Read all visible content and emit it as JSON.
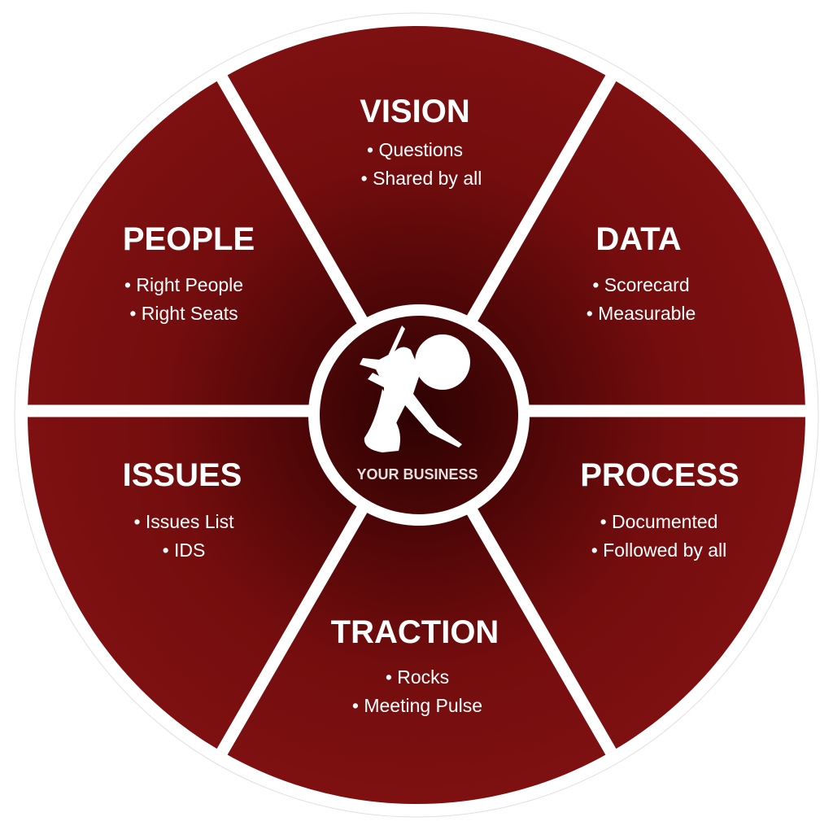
{
  "center": {
    "label": "YOUR BUSINESS",
    "logo": "spartan-warrior-icon"
  },
  "colors": {
    "segment": "#7e0f10",
    "center_dark": "#3a0405",
    "divider": "#ffffff",
    "outer_ring": "#ffffff"
  },
  "segments": [
    {
      "title": "VISION",
      "bullets": [
        "• Questions",
        "• Shared by all"
      ]
    },
    {
      "title": "DATA",
      "bullets": [
        "• Scorecard",
        "• Measurable"
      ]
    },
    {
      "title": "PROCESS",
      "bullets": [
        "• Documented",
        "• Followed by all"
      ]
    },
    {
      "title": "TRACTION",
      "bullets": [
        "• Rocks",
        "• Meeting Pulse"
      ]
    },
    {
      "title": "ISSUES",
      "bullets": [
        "• Issues List",
        "• IDS"
      ]
    },
    {
      "title": "PEOPLE",
      "bullets": [
        "• Right People",
        "• Right Seats"
      ]
    }
  ]
}
